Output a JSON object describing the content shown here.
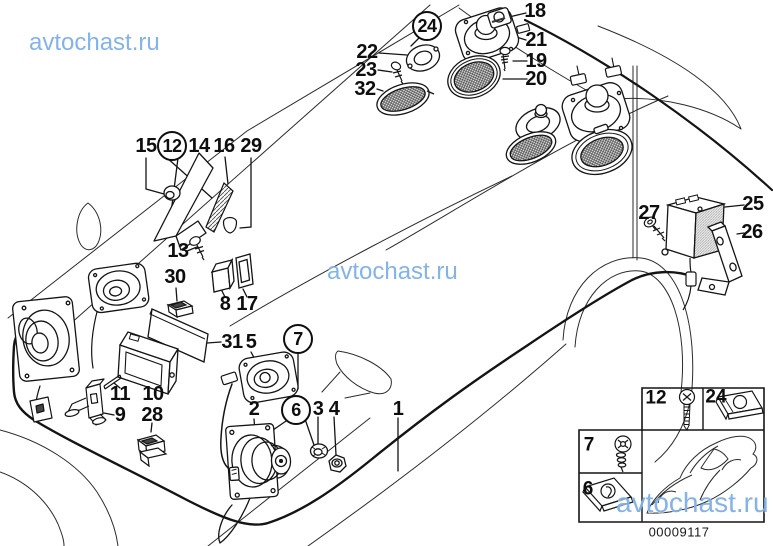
{
  "watermark": {
    "text": "avtochast.ru",
    "color": "#78ace7"
  },
  "doc_number": "00009117",
  "callouts": {
    "c1": "1",
    "c2": "2",
    "c3": "3",
    "c4": "4",
    "c5": "5",
    "c6": "6",
    "c7": "7",
    "c8": "8",
    "c9": "9",
    "c10": "10",
    "c11": "11",
    "c12": "12",
    "c13": "13",
    "c14": "14",
    "c15": "15",
    "c16": "16",
    "c17": "17",
    "c18": "18",
    "c19": "19",
    "c20": "20",
    "c21": "21",
    "c22": "22",
    "c23": "23",
    "c24": "24",
    "c25": "25",
    "c26": "26",
    "c27": "27",
    "c28": "28",
    "c29": "29",
    "c30": "30",
    "c31": "31",
    "c32": "32"
  },
  "inset": {
    "screw_long_label": "12",
    "clip_nut_large_label": "24",
    "screw_short_label": "7",
    "clip_nut_small_label": "6"
  }
}
